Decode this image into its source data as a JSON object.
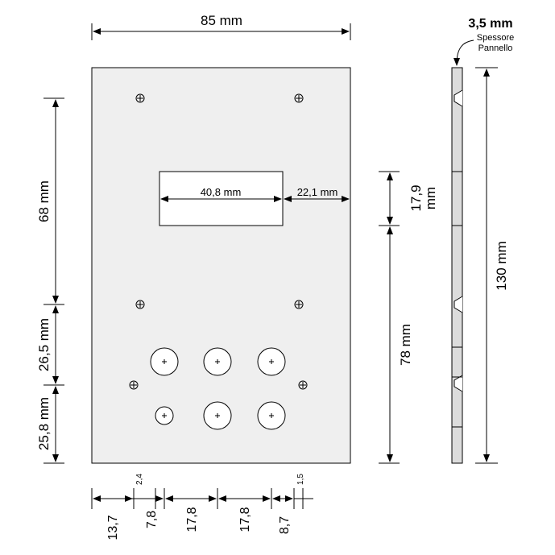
{
  "dimensions": {
    "width_top": "85 mm",
    "height_left_top": "68 mm",
    "height_left_mid": "26,5 mm",
    "height_left_bottom": "25,8 mm",
    "window_width": "40,8 mm",
    "window_right_gap": "22,1 mm",
    "window_height_value": "17,9",
    "window_height_unit": "mm",
    "height_right_lower": "78 mm",
    "total_height": "130 mm",
    "thickness_value": "3,5 mm",
    "thickness_label_1": "Spessore",
    "thickness_label_2": "Pannello",
    "bottom_1": "13,7",
    "bottom_2": "2,4",
    "bottom_3": "7,8",
    "bottom_4": "17,8",
    "bottom_5": "17,8",
    "bottom_6": "8,7",
    "bottom_7": "1,5"
  },
  "colors": {
    "panel_fill": "#efefef",
    "line": "#000000"
  }
}
